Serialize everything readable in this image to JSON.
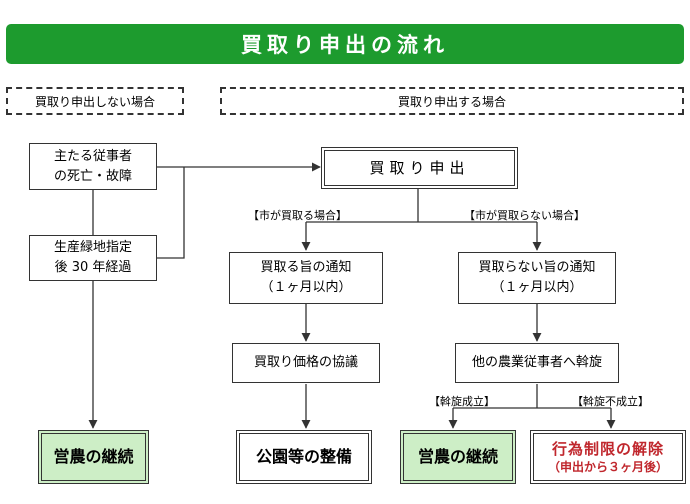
{
  "title": "買取り申出の流れ",
  "sections": {
    "left": "買取り申出しない場合",
    "right": "買取り申出する場合"
  },
  "causes": {
    "death": [
      "主たる従事者",
      "の死亡・故障"
    ],
    "designation": [
      "生産緑地指定",
      "後 30 年経過"
    ]
  },
  "request_box": "買取り申出",
  "branches": {
    "city_buys": "【市が買取る場合】",
    "city_not_buy": "【市が買取らない場合】",
    "mediation_success": "【斡旋成立】",
    "mediation_fail": "【斡旋不成立】"
  },
  "notices": {
    "buy_notice": [
      "買取る旨の通知",
      "（１ヶ月以内）"
    ],
    "nobuy_notice": [
      "買取らない旨の通知",
      "（１ヶ月以内）"
    ]
  },
  "steps": {
    "price_negotiation": "買取り価格の協議",
    "mediation": "他の農業従事者へ斡旋"
  },
  "outcomes": {
    "continue_left": "営農の継続",
    "park": "公園等の整備",
    "continue_right": "営農の継続",
    "release_main": "行為制限の解除",
    "release_sub": "（申出から３ヶ月後）"
  }
}
